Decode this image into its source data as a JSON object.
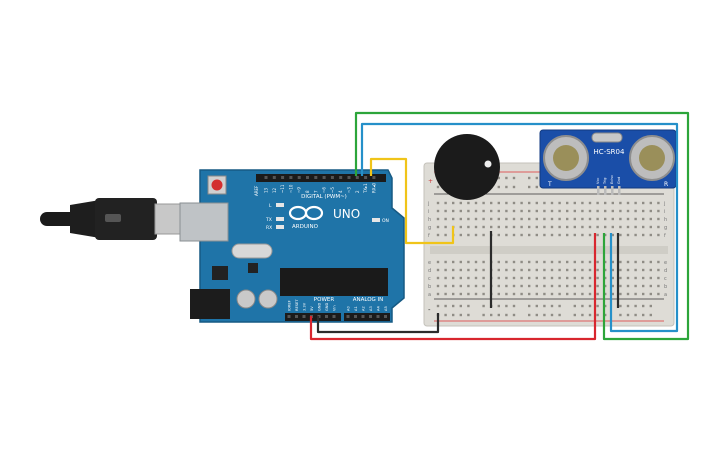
{
  "board": {
    "brand": "ARDUINO",
    "model": "UNO",
    "digital_header": "DIGITAL (PWM~)",
    "power_header": "POWER",
    "analog_header": "ANALOG IN",
    "on_label": "ON",
    "l_label": "L",
    "tx_label": "TX",
    "rx_label": "RX",
    "aref": "AREF",
    "gnd": "GND",
    "digital_pins": [
      "13",
      "12",
      "~11",
      "~10",
      "~9",
      "8",
      "7",
      "~6",
      "~5",
      "4",
      "~3",
      "2",
      "TX▸1",
      "RX◂0"
    ],
    "power_pins": [
      "IOREF",
      "RESET",
      "3.3V",
      "5V",
      "GND",
      "GND",
      "Vin"
    ],
    "analog_pins": [
      "A0",
      "A1",
      "A2",
      "A3",
      "A4",
      "A5"
    ]
  },
  "sensor": {
    "model": "HC-SR04",
    "pins": [
      "Vcc",
      "Trig",
      "Echo",
      "Gnd"
    ],
    "left_mark": "T",
    "right_mark": "R"
  },
  "breadboard": {
    "row_letters_top": [
      "j",
      "i",
      "h",
      "g",
      "f"
    ],
    "row_letters_bottom": [
      "e",
      "d",
      "c",
      "b",
      "a"
    ],
    "plus": "+",
    "minus": "-"
  },
  "colors": {
    "board": "#1f74a8",
    "wire_green": "#2ca53a",
    "wire_blue": "#2590c9",
    "wire_yellow": "#f0c419",
    "wire_red": "#d8262e",
    "wire_black": "#2b2b2b",
    "breadboard": "#dedcd6"
  }
}
